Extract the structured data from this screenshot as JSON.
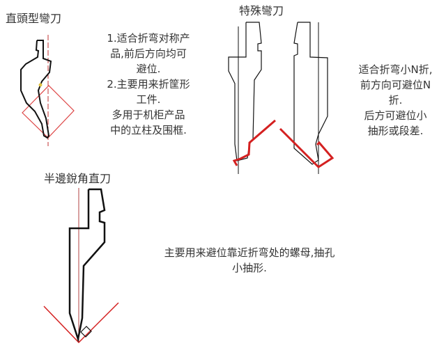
{
  "tool1": {
    "title": "直頭型彎刀",
    "lines": [
      "1.适合折弯对称产",
      "品,前后方向均可",
      "避位.",
      "2.主要用来折筐形",
      "工件.",
      "多用于机柜产品",
      "中的立柱及围框."
    ]
  },
  "tool2": {
    "title": "特殊彎刀",
    "lines": [
      "适合折弯小N折,",
      "前方向可避位N",
      "折.",
      "后方可避位小",
      "抽形或段差."
    ]
  },
  "tool3": {
    "title": "半邊銳角直刀",
    "lines": [
      "主要用来避位靠近折弯处的螺母,抽孔",
      "小抽形."
    ]
  },
  "colors": {
    "outline": "#111111",
    "workpiece": "#d42020"
  }
}
